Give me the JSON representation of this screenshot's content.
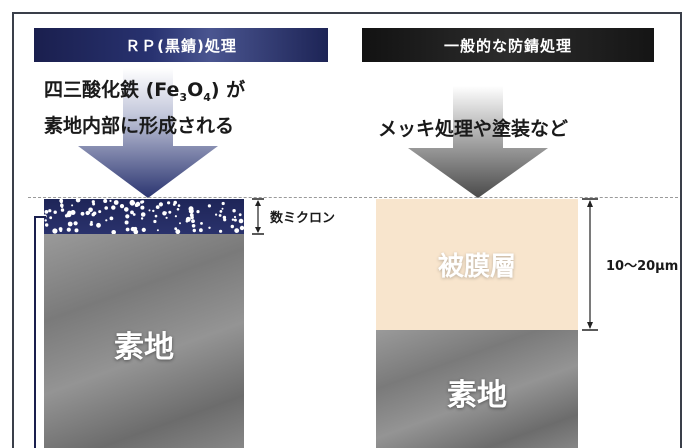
{
  "headers": {
    "left": "ＲＰ(黒錆)処理",
    "right": "一般的な防錆処理"
  },
  "left": {
    "caption_line1_a": "四三酸化鉄 (Fe",
    "caption_sub1": "3",
    "caption_line1_b": "O",
    "caption_sub2": "4",
    "caption_line1_c": ") が",
    "caption_line2": "素地内部に形成される",
    "thickness_label": "数ミクロン",
    "substrate_label": "素地"
  },
  "right": {
    "caption": "メッキ処理や塗装など",
    "coating_label": "被膜層",
    "thickness_label": "10～20μm",
    "substrate_label": "素地"
  },
  "colors": {
    "left_header": "#1a1f4e",
    "right_header": "#1e1e1e",
    "coating": "#f8e5cd",
    "substrate": "#8a8a8a",
    "arrow_left": "#303a78",
    "arrow_right": "#5a5a5a"
  }
}
